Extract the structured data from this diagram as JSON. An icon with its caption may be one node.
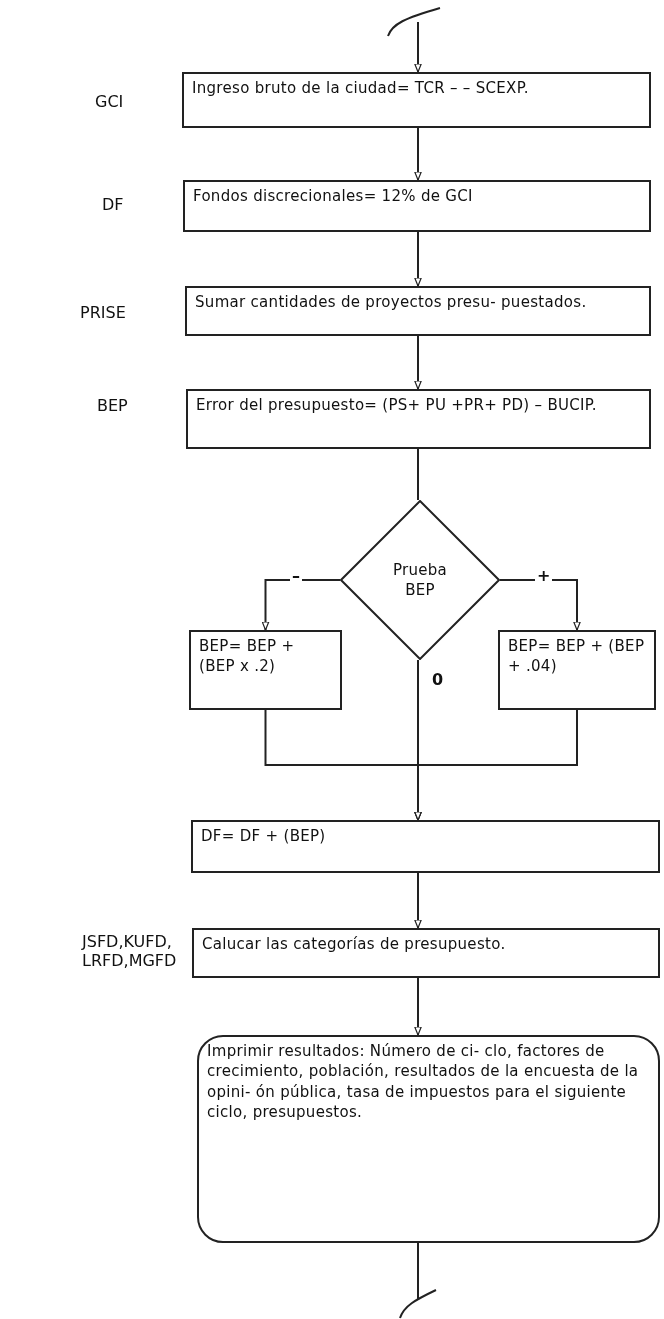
{
  "diagram": {
    "nodes": [
      {
        "text": [
          "Ingreso bruto de la ciudad= TCR – – SCEXP."
        ],
        "beside": [
          "GCI"
        ]
      },
      {
        "text": [
          "Fondos discrecionales= 12% de GCI"
        ],
        "beside": [
          "DF"
        ]
      },
      {
        "text": [
          "Sumar cantidades de proyectos presu- puestados."
        ],
        "beside": [
          "PRISE"
        ]
      },
      {
        "text": [
          "Error del presupuesto= (PS+ PU +PR+ PD) – BUCIP."
        ],
        "beside": [
          "BEP"
        ]
      },
      {
        "text": [
          "Prueba BEP"
        ]
      },
      {
        "text": [
          "BEP= BEP + (BEP x .2)"
        ]
      },
      {
        "text": [
          "BEP= BEP + (BEP + .04)"
        ]
      },
      {
        "text": [
          "DF= DF + (BEP)"
        ]
      },
      {
        "text": [
          "Calucar las categorías de presupuesto."
        ],
        "beside": [
          "JSFD,KUFD, LRFD,MGFD"
        ]
      },
      {
        "text": [
          "Imprimir resultados: Número de ci- clo, factores de crecimiento, población, resultados de la encuesta de la opini- ón pública, tasa de impuestos para el siguiente ciclo, presupuestos."
        ]
      }
    ],
    "edges": [
      {
        "from": null,
        "to": 0,
        "arrow": "to"
      },
      {
        "from": 0,
        "to": 1,
        "arrow": "to"
      },
      {
        "from": 1,
        "to": 2,
        "arrow": "to"
      },
      {
        "from": 2,
        "to": 3,
        "arrow": "to"
      },
      {
        "from": 3,
        "to": 4,
        "arrow": "none"
      },
      {
        "from": 4,
        "to": 5,
        "arrow": "to",
        "label": "–"
      },
      {
        "from": 4,
        "to": 6,
        "arrow": "to",
        "label": "+"
      },
      {
        "from": 4,
        "to": 7,
        "arrow": "to",
        "label": "0"
      },
      {
        "from": 5,
        "to": 7,
        "arrow": "to"
      },
      {
        "from": 6,
        "to": 7,
        "arrow": "to"
      },
      {
        "from": 7,
        "to": 8,
        "arrow": "to"
      },
      {
        "from": 8,
        "to": 9,
        "arrow": "to"
      },
      {
        "from": 9,
        "to": null,
        "arrow": "none"
      }
    ]
  }
}
